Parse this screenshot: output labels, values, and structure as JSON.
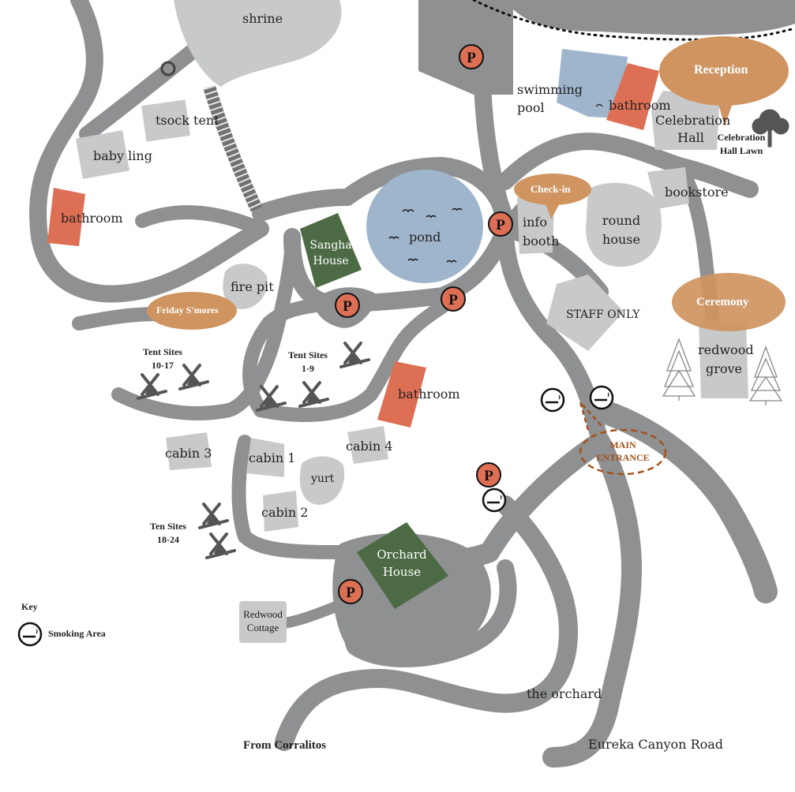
{
  "places": {
    "shrine": "shrine",
    "tsock_tent": "tsock tent",
    "baby_ling": "baby ling",
    "bathroom_west": "bathroom",
    "swimming_pool": "swimming\npool",
    "bathroom_north": "bathroom",
    "reception": "Reception",
    "celebration_hall": "Celebration\nHall",
    "celebration_hall_lawn": "Celebration\nHall Lawn",
    "sangha_house": "Sangha\nHouse",
    "pond": "pond",
    "check_in": "Check-in",
    "info_booth": "info\nbooth",
    "round_house": "round\nhouse",
    "bookstore": "bookstore",
    "fire_pit": "fire pit",
    "friday_smores": "Friday S'mores",
    "staff_only": "STAFF ONLY",
    "ceremony": "Ceremony",
    "redwood_grove": "redwood\ngrove",
    "tent_sites_10_17": "Tent Sites\n10-17",
    "tent_sites_1_9": "Tent Sites\n1-9",
    "bathroom_center": "bathroom",
    "main_entrance": "MAIN\nENTRANCE",
    "cabin_3": "cabin 3",
    "cabin_1": "cabin 1",
    "cabin_4": "cabin 4",
    "yurt": "yurt",
    "cabin_2": "cabin 2",
    "ten_sites_18_24": "Ten Sites\n18-24",
    "orchard_house": "Orchard\nHouse",
    "redwood_cottage": "Redwood\nCottage",
    "the_orchard": "the orchard",
    "from_corralitos": "From Corralitos",
    "eureka_canyon_road": "Eureka Canyon Road"
  },
  "parking_marker": "P",
  "legend": {
    "title": "Key",
    "smoking_area": "Smoking Area"
  },
  "colors": {
    "road": "#8e9092",
    "building": "#c8c9ca",
    "bathroom": "#dd6f55",
    "house_green": "#4c6a44",
    "pond_blue": "#9fb5cc",
    "bubble_orange": "#cf945f",
    "main_entrance": "#a4521b"
  }
}
